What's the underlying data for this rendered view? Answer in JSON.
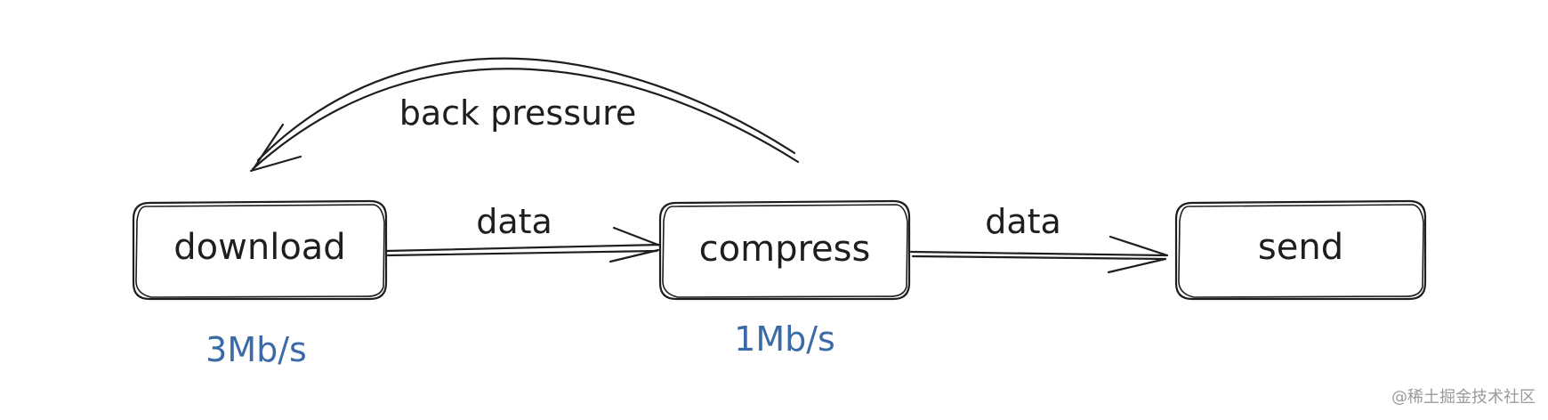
{
  "nodes": {
    "download": {
      "label": "download",
      "rate": "3Mb/s"
    },
    "compress": {
      "label": "compress",
      "rate": "1Mb/s"
    },
    "send": {
      "label": "send"
    }
  },
  "edges": {
    "download_to_compress": "data",
    "compress_to_send": "data",
    "back_pressure": "back pressure"
  },
  "colors": {
    "ink": "#1e1e1e",
    "rate": "#3b6aa8",
    "watermark": "#9a9a9a"
  },
  "watermark": "@稀土掘金技术社区"
}
